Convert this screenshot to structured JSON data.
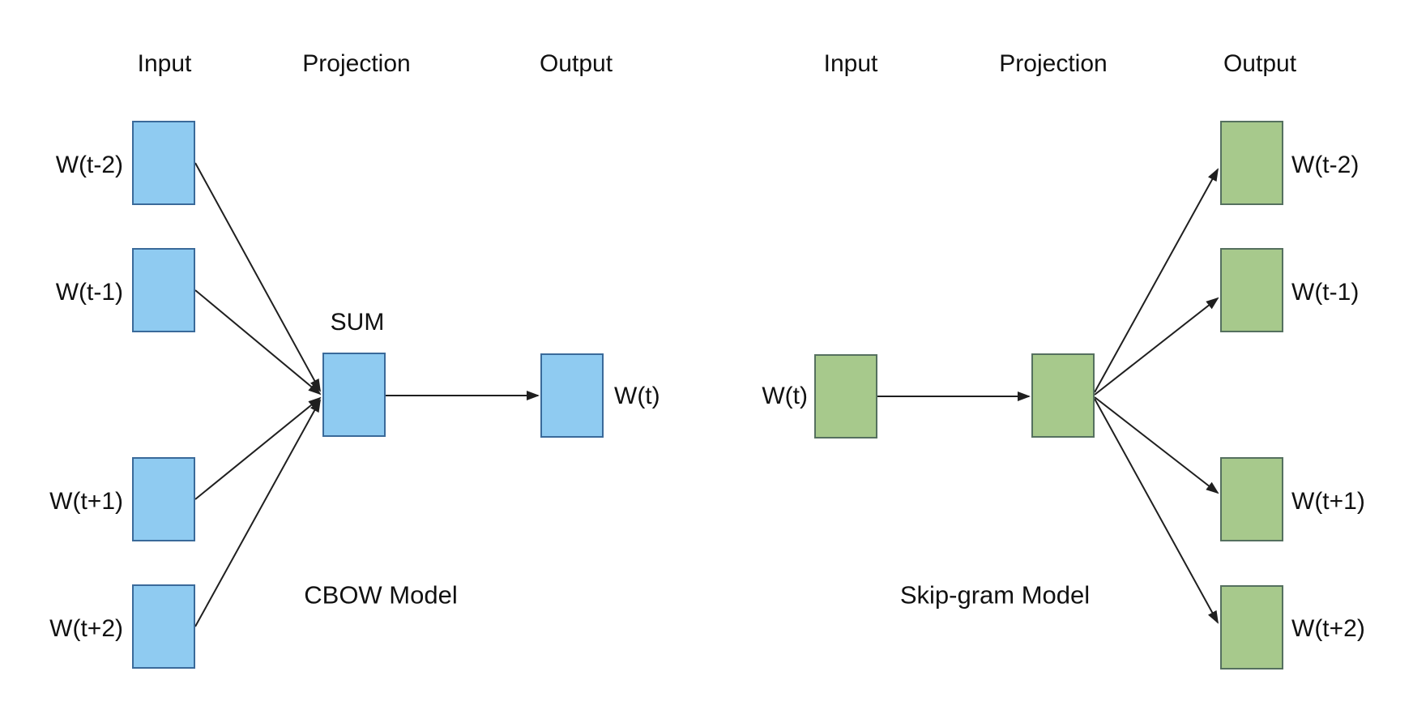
{
  "colors": {
    "cbow_fill": "#8FCBF1",
    "cbow_border": "#3A6A9A",
    "skipgram_fill": "#A7C98C",
    "skipgram_border": "#55705F",
    "line_color": "#1F1F1F"
  },
  "cbow": {
    "headers": [
      "Input",
      "Projection",
      "Output"
    ],
    "input_labels": [
      "W(t-2)",
      "W(t-1)",
      "W(t+1)",
      "W(t+2)"
    ],
    "sum_label": "SUM",
    "output_label": "W(t)",
    "title": "CBOW Model"
  },
  "skipgram": {
    "headers": [
      "Input",
      "Projection",
      "Output"
    ],
    "input_label": "W(t)",
    "output_labels": [
      "W(t-2)",
      "W(t-1)",
      "W(t+1)",
      "W(t+2)"
    ],
    "title": "Skip-gram Model"
  }
}
